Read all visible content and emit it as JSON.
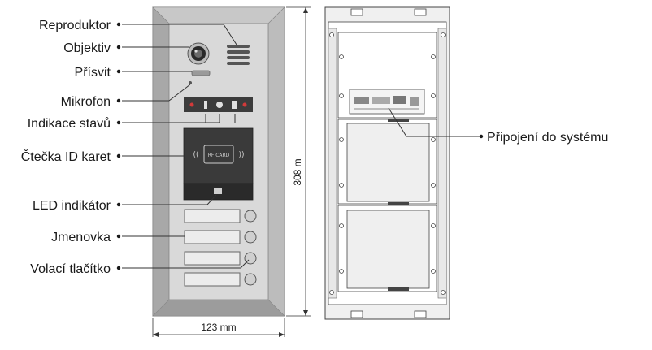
{
  "labels": {
    "speaker": "Reproduktor",
    "camera": "Objektiv",
    "illumination": "Přísvit",
    "microphone": "Mikrofon",
    "status_indicators": "Indikace stavů",
    "id_card_reader": "Čtečka ID karet",
    "led_indicator": "LED indikátor",
    "nameplate": "Jmenovka",
    "call_button": "Volací tlačítko",
    "system_connection": "Připojení do systému"
  },
  "dimensions": {
    "width": "123 mm",
    "height": "308 m"
  },
  "panel_text": {
    "rf_card": "RF CARD"
  },
  "colors": {
    "frame": "#b4b4b4",
    "frame_edge": "#8a8a8a",
    "face": "#d9d9d9",
    "reader": "#3a3a3a",
    "indicator_strip": "#3c3c3c",
    "indicator_red": "#d23a3a",
    "leader_line": "#333333"
  }
}
